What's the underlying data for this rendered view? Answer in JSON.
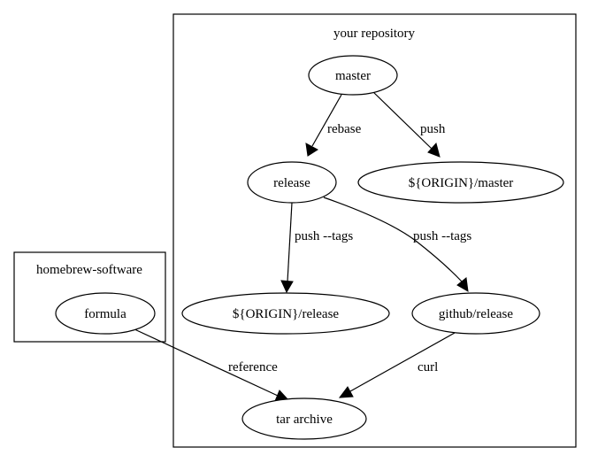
{
  "clusters": {
    "repository": {
      "label": "your repository"
    },
    "software": {
      "label": "homebrew-software"
    }
  },
  "nodes": {
    "master": "master",
    "release": "release",
    "origin_master": "${ORIGIN}/master",
    "origin_release": "${ORIGIN}/release",
    "github_release": "github/release",
    "formula": "formula",
    "tar_archive": "tar archive"
  },
  "edges": {
    "master_release": "rebase",
    "master_origin_master": "push",
    "release_origin_release": "push --tags",
    "release_github_release": "push --tags",
    "github_release_tar": "curl",
    "formula_tar": "reference"
  }
}
